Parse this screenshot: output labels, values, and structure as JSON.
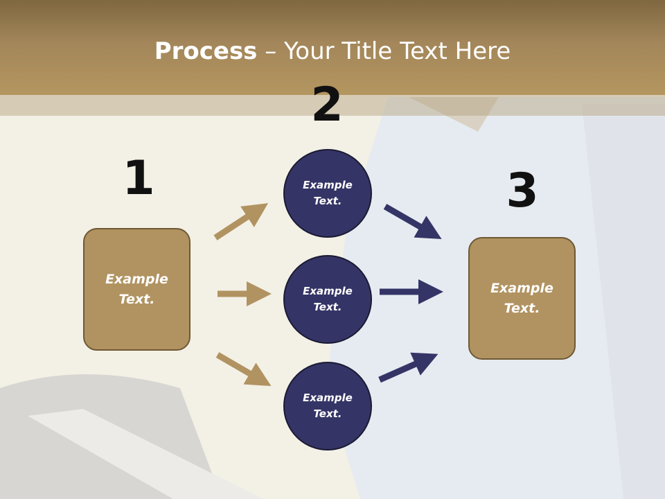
{
  "title": {
    "bold": "Process",
    "rest": " – Your Title Text Here"
  },
  "steps": {
    "num1": "1",
    "num2": "2",
    "num3": "3"
  },
  "nodes": {
    "left_box": "Example\nText.",
    "circle_top": "Example\nText.",
    "circle_mid": "Example\nText.",
    "circle_bottom": "Example\nText.",
    "right_box": "Example\nText."
  },
  "colors": {
    "header": "#a3865a",
    "box_fill": "#b19361",
    "circle_fill": "#353466",
    "arrow_tan": "#b19361",
    "arrow_navy": "#353466"
  }
}
